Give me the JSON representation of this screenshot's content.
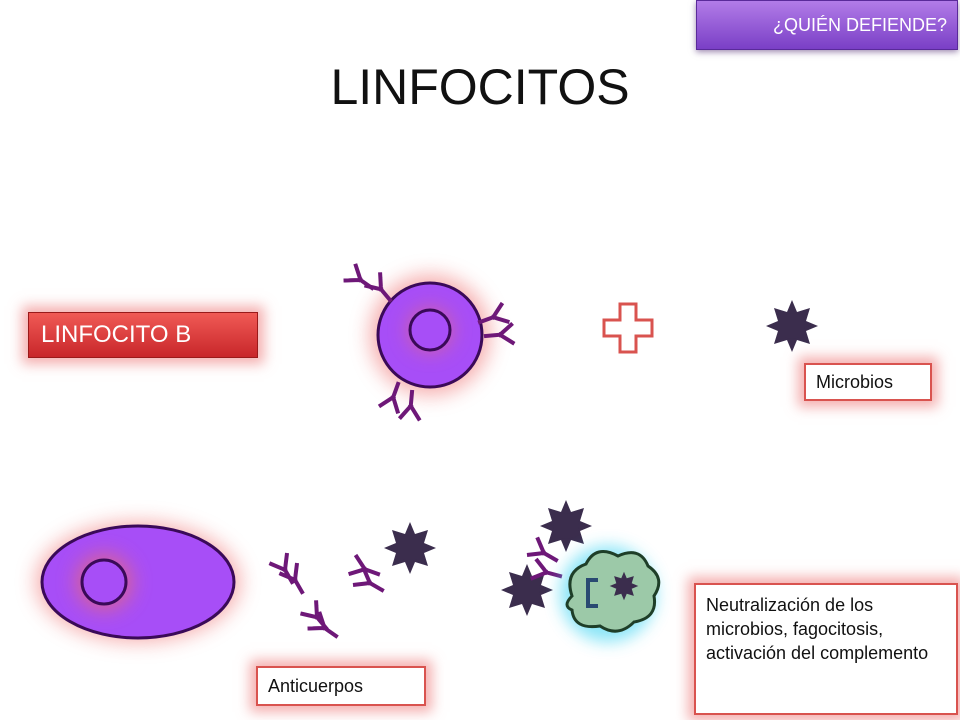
{
  "nav_button": {
    "label": "¿QUIÉN DEFIENDE?"
  },
  "title": "LINFOCITOS",
  "labels": {
    "linfocito_b": "LINFOCITO B",
    "microbios": "Microbios",
    "anticuerpos": "Anticuerpos",
    "neutralizacion": "Neutralización de los microbios, fagocitosis, activación del complemento"
  },
  "colors": {
    "cell_fill": "#a74ef7",
    "cell_stroke": "#3a0a58",
    "glow": "#ee6a6a",
    "antibody": "#6e1878",
    "microbe": "#3b2d4d",
    "plus_stroke": "#d9534f",
    "phagocyte": "#9cc9a8",
    "phagocyte_glow": "#3cd4f2"
  }
}
